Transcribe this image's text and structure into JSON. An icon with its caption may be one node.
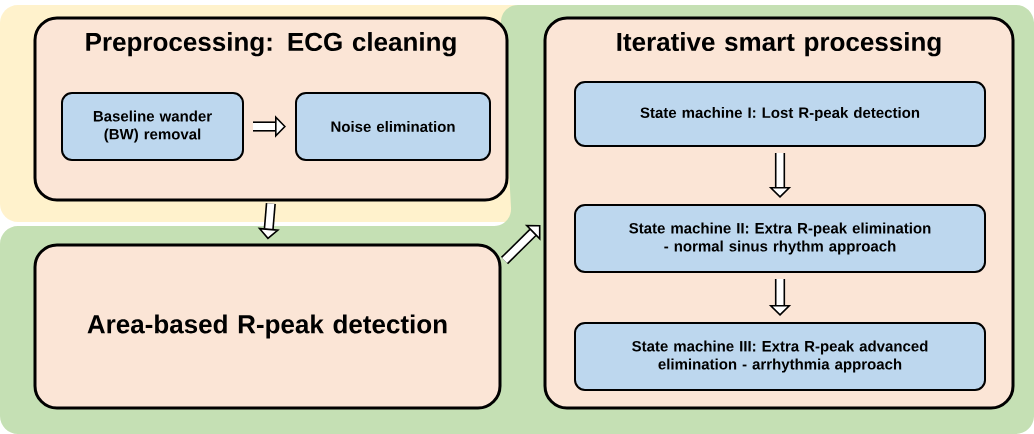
{
  "diagram": {
    "nodes": [
      {
        "text": [
          "Preprocessing: ECG cleaning"
        ]
      },
      {
        "text": [
          "Baseline wander (BW) removal"
        ],
        "in": 0
      },
      {
        "text": [
          "Noise elimination"
        ],
        "in": 0
      },
      {
        "text": [
          "Area-based R-peak detection"
        ]
      },
      {
        "text": [
          "Iterative smart processing"
        ]
      },
      {
        "text": [
          "State machine I: Lost R-peak detection"
        ],
        "in": 4
      },
      {
        "text": [
          "State machine II: Extra R-peak elimination - normal sinus rhythm approach"
        ],
        "in": 4
      },
      {
        "text": [
          "State machine III: Extra R-peak advanced elimination - arrhythmia approach"
        ],
        "in": 4
      }
    ],
    "edges": [
      {
        "from": 1,
        "to": 2,
        "arrow": "to"
      },
      {
        "from": 0,
        "to": 3,
        "arrow": "to"
      },
      {
        "from": 3,
        "to": 4,
        "arrow": "to"
      },
      {
        "from": 5,
        "to": 6,
        "arrow": "to"
      },
      {
        "from": 6,
        "to": 7,
        "arrow": "to"
      }
    ]
  }
}
